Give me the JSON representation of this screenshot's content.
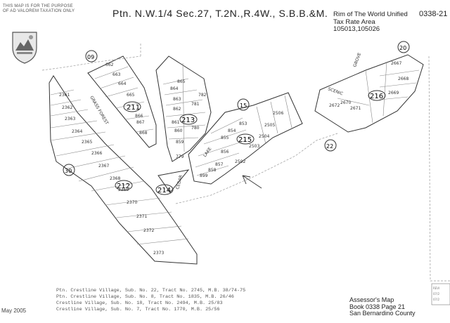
{
  "header": {
    "disclaimer_lines": [
      "THIS MAP IS FOR THE PURPOSE",
      "OF AD VALOREM TAXATION ONLY"
    ],
    "title": "Ptn. N.W.1/4 Sec.27, T.2N.,R.4W., S.B.B.&M.",
    "tax_rate_lines": [
      "Rim of The World Unified",
      "Tax Rate Area",
      "105013,105026"
    ],
    "map_number": "0338-21"
  },
  "map": {
    "section_numbers": [
      "09",
      "15",
      "20",
      "22",
      "30"
    ],
    "block_numbers": [
      "211",
      "212",
      "213",
      "214",
      "215",
      "216"
    ],
    "street_names": [
      "GRASS FOREST",
      "SCENIC",
      "GROVE",
      "LAKE",
      "CEDAR"
    ],
    "parcel_numbers_left": [
      "2361",
      "2362",
      "2363",
      "2364",
      "2365",
      "2366",
      "2367",
      "2368",
      "2369",
      "2370",
      "2371",
      "2372",
      "2373"
    ],
    "parcel_numbers_block211": [
      "662",
      "663",
      "664",
      "665",
      "866",
      "867",
      "868"
    ],
    "parcel_numbers_block213": [
      "865",
      "864",
      "863",
      "862",
      "861",
      "860",
      "859",
      "779",
      "780",
      "781",
      "782"
    ],
    "parcel_numbers_block215": [
      "853",
      "854",
      "855",
      "856",
      "857",
      "858",
      "899",
      "2502",
      "2503",
      "2504",
      "2505",
      "2506"
    ],
    "parcel_numbers_block216": [
      "2667",
      "2668",
      "2669",
      "2670",
      "2671",
      "2672"
    ]
  },
  "footer": {
    "subdivision_lines": [
      "Ptn. Crestline Village, Sub. No. 22, Tract No. 2745, M.B. 38/74-75",
      "Ptn. Crestline Village, Sub. No. 8, Tract No. 1835, M.B. 26/46",
      "Crestline Village, Sub. No. 18, Tract No. 2494, M.B. 25/83",
      "Crestline Village, Sub. No. 7, Tract No. 1770, M.B. 25/56"
    ],
    "assessor_lines": [
      "Assessor's Map",
      "Book 0338 Page 21",
      "San Bernardino County"
    ],
    "date": "May 2005"
  }
}
